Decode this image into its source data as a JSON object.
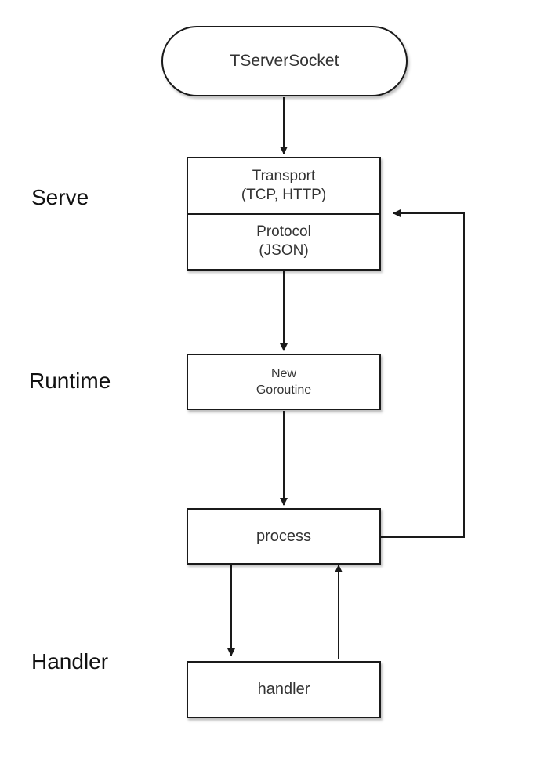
{
  "lanes": {
    "serve": "Serve",
    "runtime": "Runtime",
    "handler": "Handler"
  },
  "nodes": {
    "server_socket": "TServerSocket",
    "transport": {
      "line1": "Transport",
      "line2": "(TCP, HTTP)"
    },
    "protocol": {
      "line1": "Protocol",
      "line2": "(JSON)"
    },
    "goroutine": {
      "line1": "New",
      "line2": "Goroutine"
    },
    "process": "process",
    "handler": "handler"
  },
  "colors": {
    "stroke": "#1a1a1a",
    "background": "#ffffff",
    "text": "#333333"
  }
}
